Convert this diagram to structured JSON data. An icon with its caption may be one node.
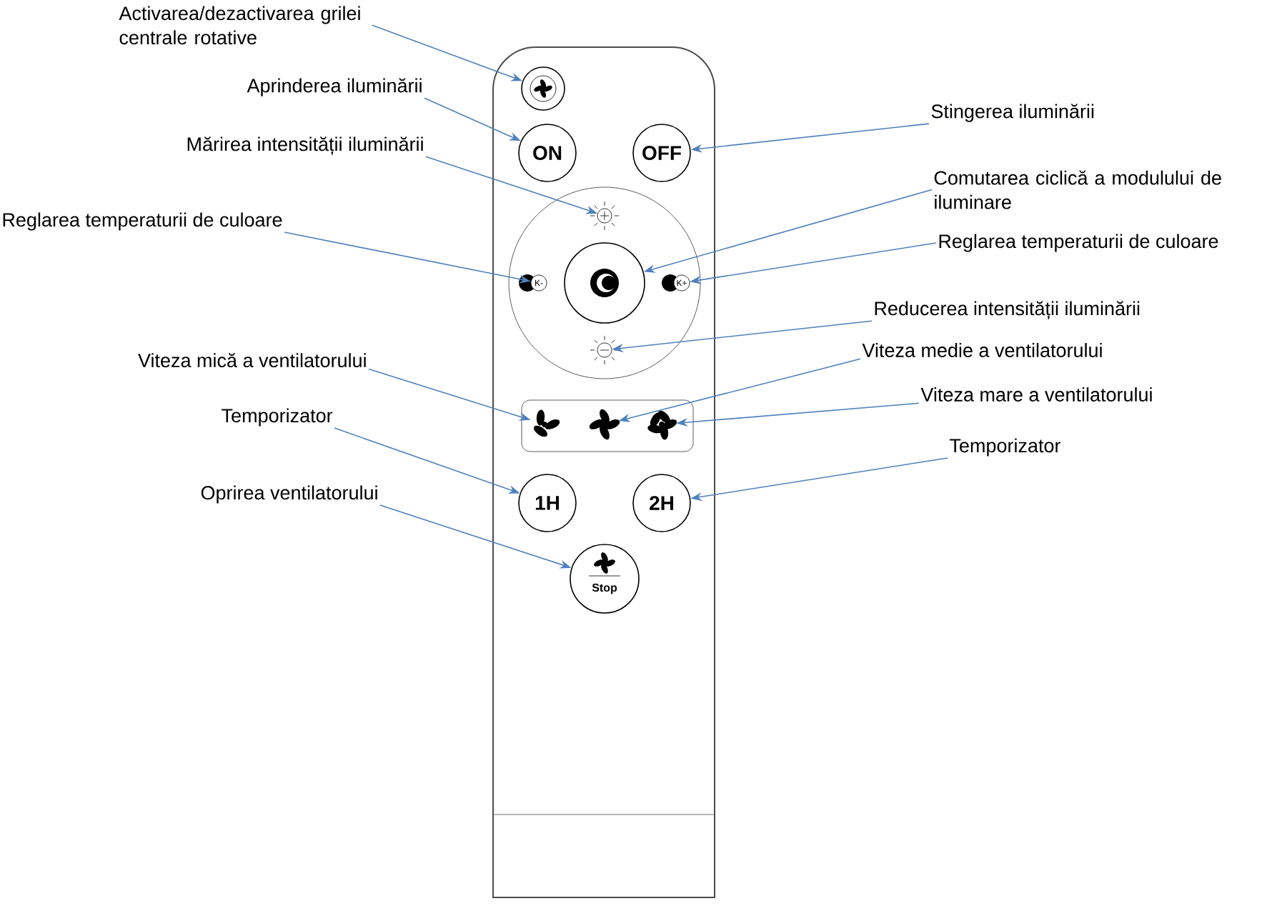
{
  "diagram": {
    "nodes": [
      {
        "text": [
          "Activarea/dezactivarea grilei centrale rotative"
        ]
      },
      {
        "text": [],
        "shape": "circle"
      },
      {
        "text": [
          "Aprinderea iluminării"
        ]
      },
      {
        "text": [
          "ON"
        ]
      },
      {
        "text": [
          "Stingerea iluminării"
        ]
      },
      {
        "text": [
          "OFF"
        ]
      },
      {
        "text": [
          "Mărirea intensității iluminării"
        ]
      },
      {
        "text": [],
        "shape": "sun"
      },
      {
        "text": [
          "Reglarea temperaturii de culoare"
        ]
      },
      {
        "text": [
          "K-"
        ]
      },
      {
        "text": [
          "Comutarea ciclică a modulului de iluminare"
        ]
      },
      {
        "text": [],
        "shape": "circle"
      },
      {
        "text": [
          "Reglarea temperaturii de culoare"
        ]
      },
      {
        "text": [
          "K+"
        ]
      },
      {
        "text": [
          "Reducerea intensității iluminării"
        ]
      },
      {
        "text": [],
        "shape": "sun"
      },
      {
        "text": [
          "Viteza mică a ventilatorului"
        ]
      },
      {
        "text": [],
        "shape": "fan"
      },
      {
        "text": [
          "Viteza medie a ventilatorului"
        ]
      },
      {
        "text": [],
        "shape": "fan"
      },
      {
        "text": [
          "Viteza mare a ventilatorului"
        ]
      },
      {
        "text": [],
        "shape": "fan"
      },
      {
        "text": [
          "Temporizator"
        ]
      },
      {
        "text": [
          "1H"
        ]
      },
      {
        "text": [
          "Temporizator"
        ]
      },
      {
        "text": [
          "2H"
        ]
      },
      {
        "text": [
          "Oprirea ventilatorului"
        ]
      },
      {
        "text": [
          "Stop"
        ]
      }
    ],
    "edges": [
      {
        "from": 0,
        "to": 1,
        "arrow": "to"
      },
      {
        "from": 2,
        "to": 3,
        "arrow": "to"
      },
      {
        "from": 4,
        "to": 5,
        "arrow": "to"
      },
      {
        "from": 6,
        "to": 7,
        "arrow": "to"
      },
      {
        "from": 8,
        "to": 9,
        "arrow": "to"
      },
      {
        "from": 10,
        "to": 11,
        "arrow": "to"
      },
      {
        "from": 12,
        "to": 13,
        "arrow": "to"
      },
      {
        "from": 14,
        "to": 15,
        "arrow": "to"
      },
      {
        "from": 16,
        "to": 17,
        "arrow": "to"
      },
      {
        "from": 18,
        "to": 19,
        "arrow": "to"
      },
      {
        "from": 20,
        "to": 21,
        "arrow": "to"
      },
      {
        "from": 22,
        "to": 23,
        "arrow": "to"
      },
      {
        "from": 24,
        "to": 25,
        "arrow": "to"
      },
      {
        "from": 26,
        "to": 27,
        "arrow": "to"
      }
    ]
  }
}
